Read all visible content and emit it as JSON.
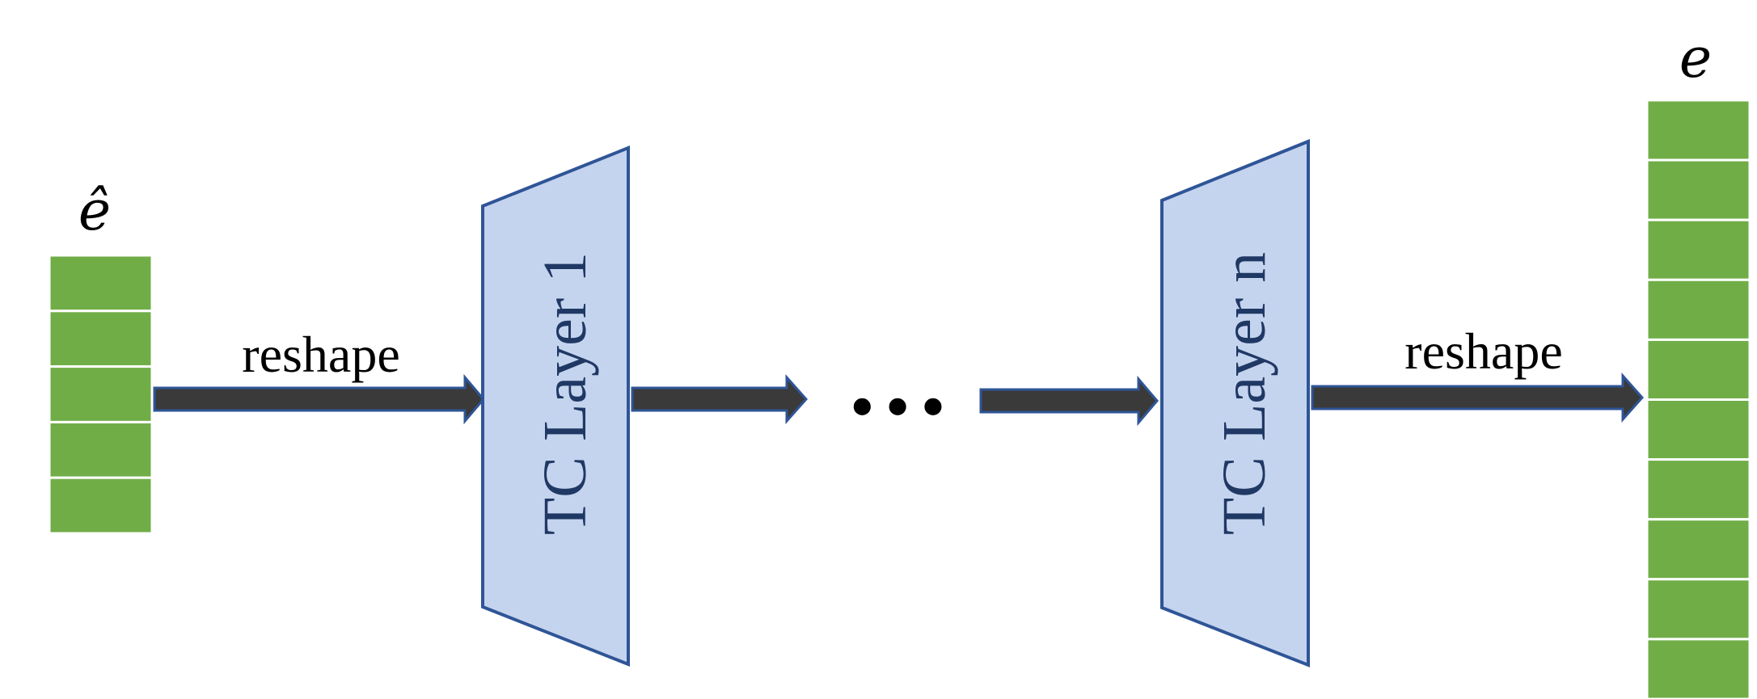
{
  "input": {
    "symbol": "ê",
    "cells": 5,
    "fill_color": "#70ad47"
  },
  "output": {
    "symbol": "e",
    "cells": 10,
    "fill_color": "#70ad47"
  },
  "arrows": {
    "left_label": "reshape",
    "right_label": "reshape",
    "color": "#3a3a3a",
    "outline_color": "#2f5597"
  },
  "layers": {
    "first_label": "TC Layer 1",
    "last_label": "TC Layer n",
    "fill_color": "#c5d4ee",
    "border_color": "#2f5597",
    "text_color": "#1f3864"
  },
  "ellipsis": "…"
}
